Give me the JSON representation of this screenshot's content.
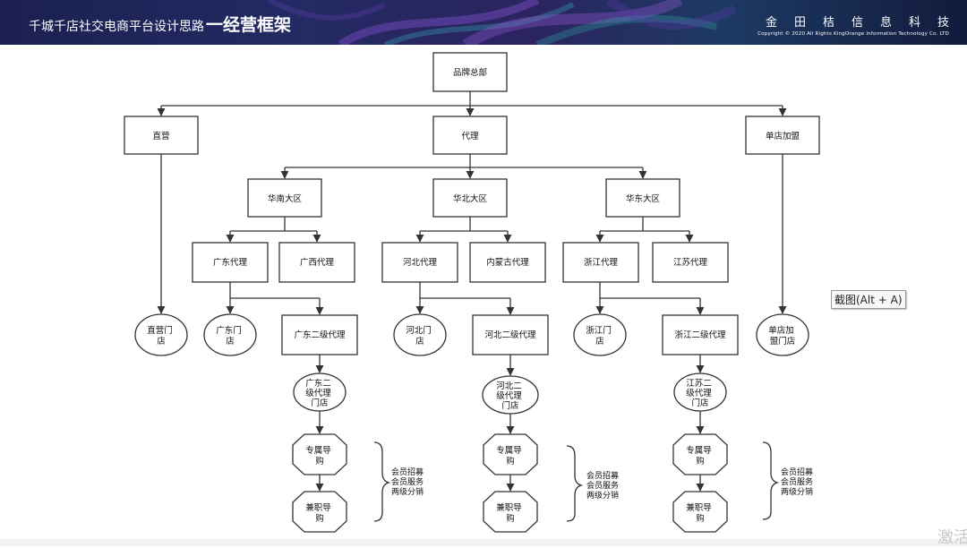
{
  "header": {
    "title_sub": "千城千店社交电商平台设计思路",
    "title_main": "一经营框架",
    "brand_name": "金田桔信息科技",
    "brand_copyright": "Copyright © 2020 All Rights KingOrange Information Technology Co. LTD"
  },
  "diagram": {
    "nodes": {
      "hq": "品牌总部",
      "direct": "直营",
      "agent": "代理",
      "single_franchise": "单店加盟",
      "south": "华南大区",
      "north": "华北大区",
      "east": "华东大区",
      "gd_agent": "广东代理",
      "gx_agent": "广西代理",
      "hb_agent": "河北代理",
      "nmg_agent": "内蒙古代理",
      "zj_agent": "浙江代理",
      "js_agent": "江苏代理",
      "direct_store": [
        "直营门",
        "店"
      ],
      "gd_store": [
        "广东门",
        "店"
      ],
      "gd_l2": "广东二级代理",
      "hb_store": [
        "河北门",
        "店"
      ],
      "hb_l2": "河北二级代理",
      "zj_store": [
        "浙江门",
        "店"
      ],
      "zj_l2": "浙江二级代理",
      "franchise_store": [
        "单店加",
        "盟门店"
      ],
      "gd_l2_store": [
        "广东二",
        "级代理",
        "门店"
      ],
      "hb_l2_store": [
        "河北二",
        "级代理",
        "门店"
      ],
      "zj_l2_store": [
        "江苏二",
        "级代理",
        "门店"
      ],
      "exclusive_guide": [
        "专属导",
        "购"
      ],
      "parttime_guide": [
        "兼职导",
        "购"
      ]
    },
    "notes": [
      "会员招募",
      "会员服务",
      "两级分销"
    ]
  },
  "overlay": {
    "screenshot_tip": "截图(Alt + A)",
    "watermark": "激活"
  },
  "colors": {
    "header_bg": "#1f2557",
    "accent_purple": "#8a4fd1",
    "accent_teal": "#2fb0a8",
    "node_border": "#333333",
    "edge": "#333333"
  }
}
